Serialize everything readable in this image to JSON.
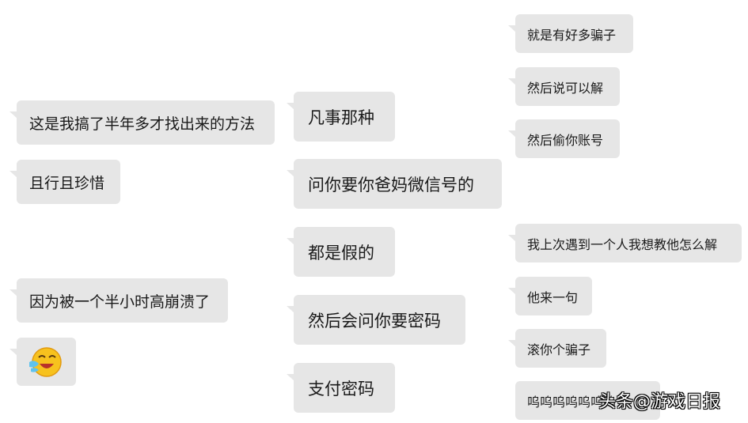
{
  "left_messages": [
    "这是我搞了半年多才找出来的方法",
    "且行且珍惜",
    "因为被一个半小时高崩溃了"
  ],
  "left_emoji": "laughing-crying-emoji",
  "middle_messages": [
    "凡事那种",
    "问你要你爸妈微信号的",
    "都是假的",
    "然后会问你要密码",
    "支付密码"
  ],
  "right_messages": [
    "就是有好多骗子",
    "然后说可以解",
    "然后偷你账号",
    "我上次遇到一个人我想教他怎么解",
    "他来一句",
    "滚你个骗子",
    "呜呜呜呜呜呜呜"
  ],
  "watermark": "头条@游戏日报",
  "colors": {
    "bubble": "#e6e6e6",
    "text": "#1a1a1a"
  }
}
